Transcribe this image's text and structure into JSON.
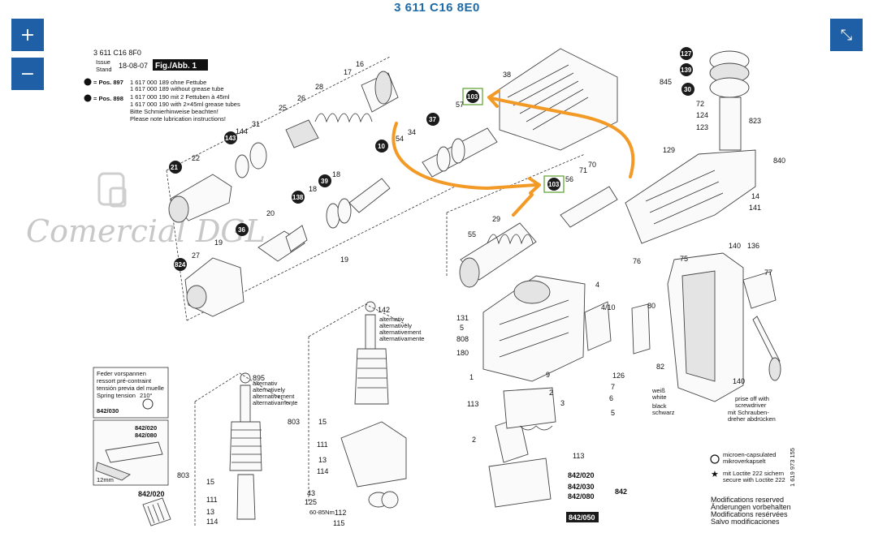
{
  "title": "3 611 C16 8E0",
  "controls": {
    "zoom_in": "+",
    "zoom_out": "−",
    "collapse": "⤡"
  },
  "header": {
    "code": "3 611 C16 8F0",
    "issue": "Issue",
    "stand": "Stand",
    "date": "18-08-07",
    "fig": "Fig./Abb. 1",
    "pos897": "= Pos. 897",
    "pos897_l1": "1 617 000 189 ohne Fettube",
    "pos897_l2": "1 617 000 189 without grease tube",
    "pos898": "= Pos. 898",
    "pos898_l1": "1 617 000 190 mit 2 Fettuben à 45ml",
    "pos898_l2": "1 617 000 190 with 2×45ml grease tubes",
    "note1": "Bitte Schmierhinweise beachten!",
    "note2": "Please note lubrication instructions!"
  },
  "watermark": "Comercial DGL",
  "spring_box": {
    "l1": "Feder vorspannen",
    "l2": "ressort pré-contraint",
    "l3": "tensión previa del muelle",
    "l4": "Spring tension",
    "angle": "210°",
    "ref": "842/030"
  },
  "wrench_box": {
    "r1": "842/020",
    "r2": "842/080",
    "size": "12mm"
  },
  "alt_note": [
    "alternativ",
    "alternatively",
    "alternativement",
    "alternativamente"
  ],
  "torque": "60-85Nm",
  "wire": {
    "weiss": "weiß",
    "white": "white",
    "black": "black",
    "schwarz": "schwarz"
  },
  "pryoff": [
    "prise off with",
    "screwdriver",
    "mit Schrauben-",
    "dreher abdrücken"
  ],
  "legend": {
    "micro1": "microen-capsulated",
    "micro2": "mikroverkapselt",
    "loctite1": "mit Loctite 222 sichern",
    "loctite2": "secure with Loctite 222",
    "mod1": "Modifications reserved",
    "mod2": "Änderungen vorbehalten",
    "mod3": "Modifications resérvées",
    "mod4": "Salvo modificaciones"
  },
  "doc_number": "1 619 973 155",
  "badges": [
    "21",
    "143",
    "138",
    "39",
    "36",
    "824",
    "37",
    "103",
    "103",
    "10",
    "127",
    "139",
    "30"
  ],
  "labels": {
    "16": "16",
    "17": "17",
    "28": "28",
    "26": "26",
    "25": "25",
    "144": "144",
    "31": "31",
    "22": "22",
    "38": "38",
    "57": "57",
    "54": "54",
    "34": "34",
    "18a": "18",
    "18b": "18",
    "20": "20",
    "19a": "19",
    "19b": "19",
    "27": "27",
    "56": "56",
    "71": "71",
    "70": "70",
    "29": "29",
    "55": "55",
    "845": "845",
    "72": "72",
    "124": "124",
    "123": "123",
    "823": "823",
    "129": "129",
    "840": "840",
    "14": "14",
    "141": "141",
    "140a": "140",
    "136": "136",
    "75": "75",
    "77": "77",
    "76": "76",
    "4": "4",
    "410": "4/10",
    "80": "80",
    "131": "131",
    "5a": "5",
    "808": "808",
    "180": "180",
    "1": "1",
    "9": "9",
    "142": "142",
    "895": "895",
    "803a": "803",
    "803b": "803",
    "15a": "15",
    "15b": "15",
    "111a": "111",
    "111b": "111",
    "13a": "13",
    "13b": "13",
    "114a": "114",
    "114b": "114",
    "43": "43",
    "125": "125",
    "112": "112",
    "115": "115",
    "113a": "113",
    "113b": "113",
    "2a": "2",
    "2b": "2",
    "3": "3",
    "126": "126",
    "6": "6",
    "7": "7",
    "5b": "5",
    "82": "82",
    "140b": "140",
    "842020": "842/020",
    "842030": "842/030",
    "842080": "842/080",
    "842050": "842/050",
    "842": "842",
    "842020b": "842/020"
  }
}
